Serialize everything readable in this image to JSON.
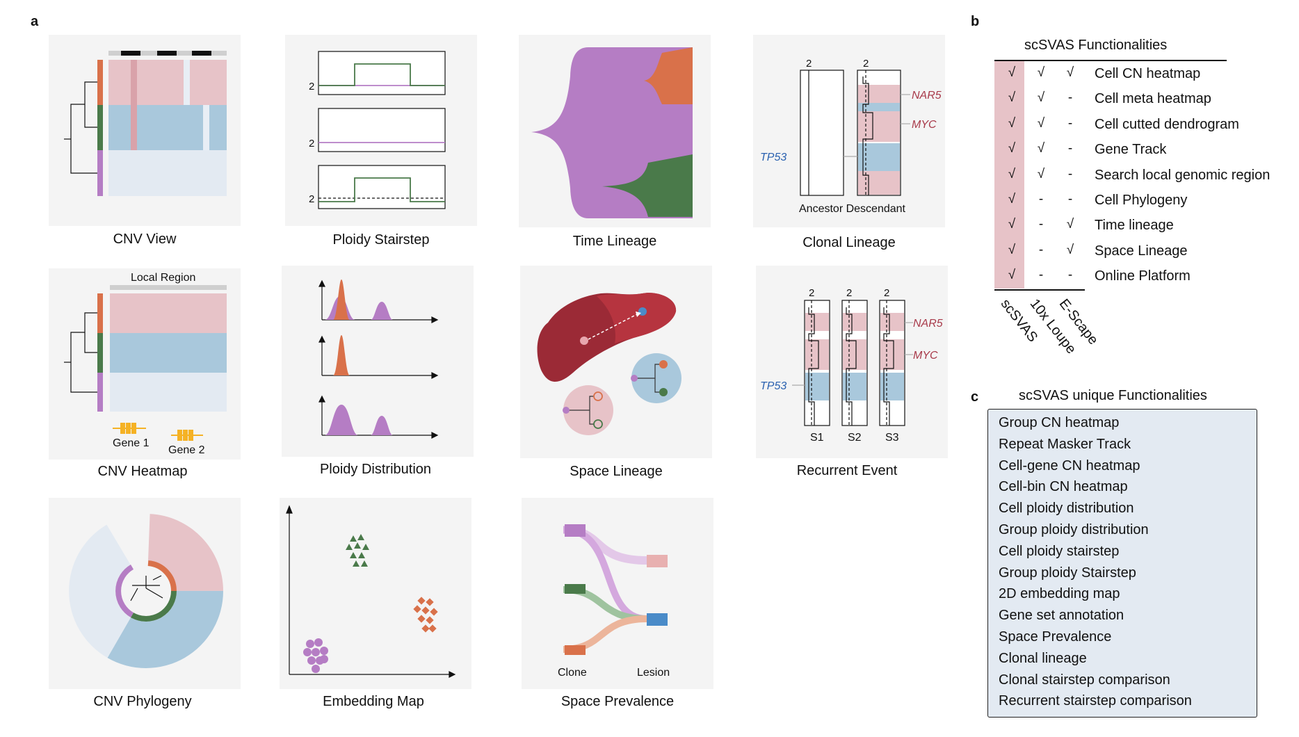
{
  "panel_a_letter": "a",
  "panel_b_letter": "b",
  "panel_c_letter": "c",
  "panels": {
    "cnv_view": "CNV View",
    "ploidy_stairstep": "Ploidy Stairstep",
    "time_lineage": "Time Lineage",
    "clonal_lineage": "Clonal Lineage",
    "cnv_heatmap": "CNV Heatmap",
    "ploidy_distribution": "Ploidy Distribution",
    "space_lineage": "Space Lineage",
    "recurrent_event": "Recurrent Event",
    "cnv_phylogeny": "CNV Phylogeny",
    "embedding_map": "Embedding Map",
    "space_prevalence": "Space Prevalence"
  },
  "stairstep": {
    "ploidy_label": "2"
  },
  "clonal": {
    "ploidy_label": "2",
    "genes": [
      "NAR5",
      "MYC",
      "TP53"
    ],
    "footer": "Ancestor Descendant"
  },
  "heatmap": {
    "region_label": "Local Region",
    "gene1": "Gene 1",
    "gene2": "Gene 2"
  },
  "recurrent": {
    "ploidy_label": "2",
    "genes": [
      "NAR5",
      "MYC",
      "TP53"
    ],
    "samples": [
      "S1",
      "S2",
      "S3"
    ]
  },
  "prevalence": {
    "clone_label": "Clone",
    "lesion_label": "Lesion"
  },
  "table_b": {
    "title": "scSVAS Functionalities",
    "tools": [
      "scSVAS",
      "10x Loupe",
      "E-Scape"
    ],
    "rows": [
      {
        "feature": "Cell CN heatmap",
        "marks": [
          "√",
          "√",
          "√"
        ]
      },
      {
        "feature": "Cell meta heatmap",
        "marks": [
          "√",
          "√",
          "-"
        ]
      },
      {
        "feature": "Cell cutted dendrogram",
        "marks": [
          "√",
          "√",
          "-"
        ]
      },
      {
        "feature": "Gene Track",
        "marks": [
          "√",
          "√",
          "-"
        ]
      },
      {
        "feature": "Search local genomic region",
        "marks": [
          "√",
          "√",
          "-"
        ]
      },
      {
        "feature": "Cell Phylogeny",
        "marks": [
          "√",
          "-",
          "-"
        ]
      },
      {
        "feature": "Time lineage",
        "marks": [
          "√",
          "-",
          "√"
        ]
      },
      {
        "feature": "Space Lineage",
        "marks": [
          "√",
          "-",
          "√"
        ]
      },
      {
        "feature": "Online Platform",
        "marks": [
          "√",
          "-",
          "-"
        ]
      }
    ]
  },
  "table_c": {
    "title": "scSVAS unique Functionalities",
    "items": [
      "Group CN heatmap",
      "Repeat Masker Track",
      "Cell-gene CN heatmap",
      "Cell-bin CN heatmap",
      "Cell ploidy distribution",
      "Group ploidy distribution",
      "Cell ploidy stairstep",
      "Group ploidy Stairstep",
      "2D embedding map",
      "Gene set annotation",
      "Space Prevalence",
      "Clonal lineage",
      "Clonal stairstep comparison",
      "Recurrent stairstep comparison"
    ]
  },
  "colors": {
    "orange": "#d9714a",
    "green": "#4a7a4a",
    "purple": "#b57dc4",
    "pink": "#e7c3c8",
    "blue": "#a9c8dc",
    "lightblue": "#e3eaf2",
    "gene_red": "#a83a4a",
    "gene_blue": "#2b62b0",
    "gene_yellow": "#f5b225"
  }
}
